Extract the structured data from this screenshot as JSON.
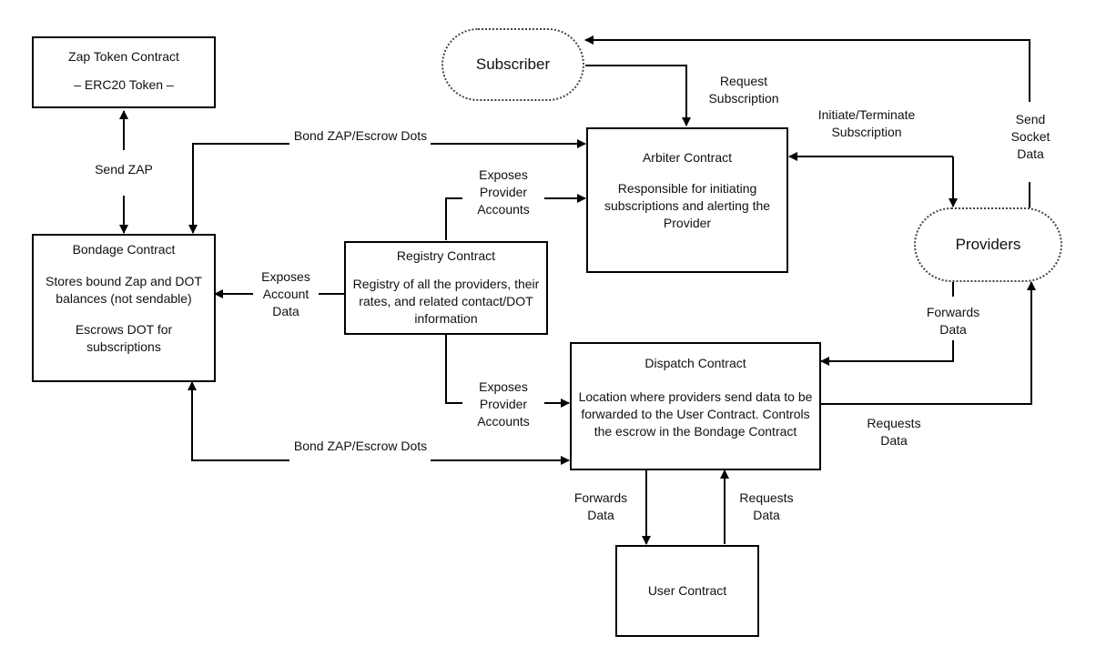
{
  "nodes": {
    "zap_token": {
      "title": "Zap Token Contract",
      "body": "– ERC20 Token –"
    },
    "bondage": {
      "title": "Bondage Contract",
      "body": "Stores bound Zap and DOT balances (not sendable)",
      "body2": "Escrows DOT for subscriptions"
    },
    "registry": {
      "title": "Registry Contract",
      "body": "Registry of all the providers, their rates, and related contact/DOT information"
    },
    "arbiter": {
      "title": "Arbiter Contract",
      "body": "Responsible for initiating subscriptions and alerting the Provider"
    },
    "dispatch": {
      "title": "Dispatch Contract",
      "body": "Location where providers send data to be forwarded to the User Contract. Controls the escrow in the Bondage Contract"
    },
    "user": {
      "title": "User Contract"
    },
    "subscriber": {
      "title": "Subscriber"
    },
    "providers": {
      "title": "Providers"
    }
  },
  "edges": {
    "send_zap": "Send ZAP",
    "bond_top": "Bond ZAP/Escrow Dots",
    "bond_bottom": "Bond ZAP/Escrow Dots",
    "exposes_provider_top": "Exposes Provider Accounts",
    "exposes_provider_bottom": "Exposes Provider Accounts",
    "exposes_account": "Exposes Account Data",
    "request_subscription": "Request Subscription",
    "initiate_terminate": "Initiate/Terminate Subscription",
    "send_socket": "Send Socket Data",
    "forwards_providers": "Forwards Data",
    "requests_dispatch": "Requests Data",
    "forwards_user": "Forwards Data",
    "requests_user": "Requests Data"
  }
}
